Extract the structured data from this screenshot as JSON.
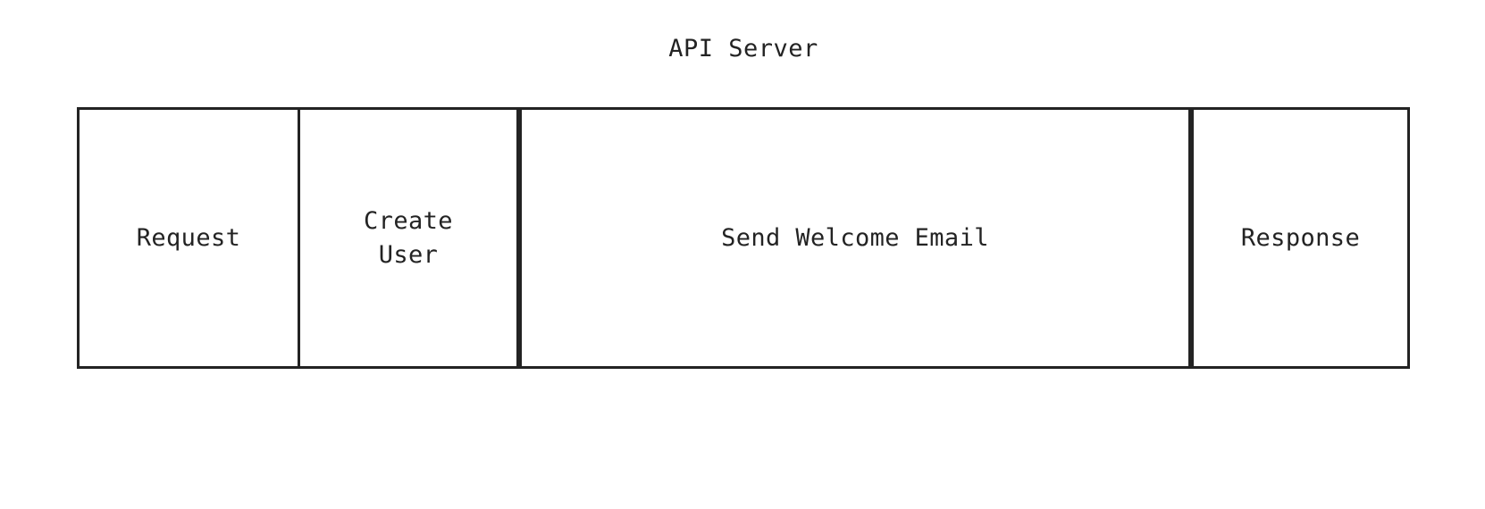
{
  "diagram": {
    "title": "API Server",
    "type": "segmented-timeline-bar",
    "colors": {
      "background": "#ffffff",
      "stroke": "#232323",
      "text": "#232323",
      "fill": "#ffffff"
    },
    "segments": [
      {
        "id": "request",
        "label": "Request"
      },
      {
        "id": "create",
        "label": "Create\nUser"
      },
      {
        "id": "send",
        "label": "Send Welcome Email"
      },
      {
        "id": "response",
        "label": "Response"
      }
    ]
  }
}
